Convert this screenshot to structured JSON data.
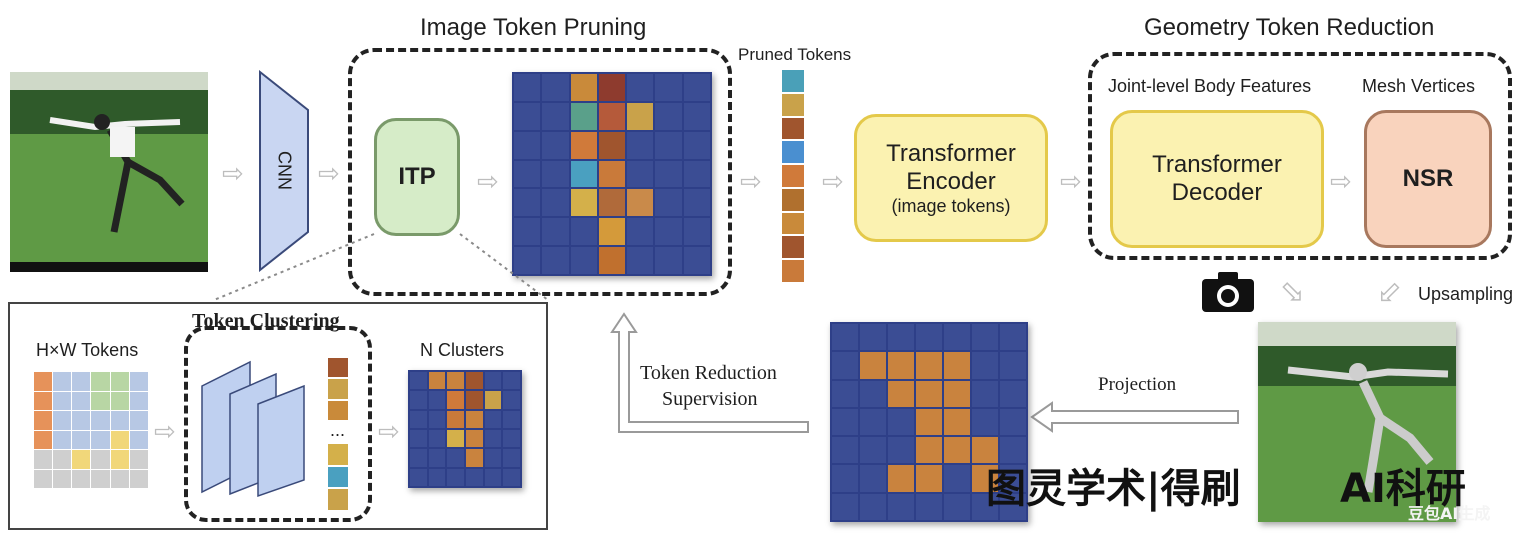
{
  "sections": {
    "image_token_pruning": "Image Token Pruning",
    "geometry_token_reduction": "Geometry Token Reduction",
    "token_clustering": "Token Clustering"
  },
  "labels": {
    "pruned_tokens": "Pruned Tokens",
    "joint_features": "Joint-level Body Features",
    "mesh_vertices": "Mesh Vertices",
    "hw_tokens": "H×W Tokens",
    "n_clusters": "N Clusters",
    "upsampling": "Upsampling",
    "projection": "Projection",
    "token_reduction_supervision_1": "Token Reduction",
    "token_reduction_supervision_2": "Supervision",
    "ellipsis": "..."
  },
  "blocks": {
    "cnn": "CNN",
    "itp": "ITP",
    "encoder_line1": "Transformer",
    "encoder_line2": "Encoder",
    "encoder_line3": "(image tokens)",
    "decoder_line1": "Transformer",
    "decoder_line2": "Decoder",
    "nsr": "NSR"
  },
  "watermarks": {
    "left": "图灵学术|得刷",
    "right": "AI科研",
    "corner": "豆包AI生成"
  },
  "colors": {
    "itp_fill": "#d6ecc8",
    "yellow_block": "#fbf2b1",
    "yellow_border": "#e4c94a",
    "nsr_fill": "#f9d3bd",
    "cnn_fill": "#c9d6f2",
    "grid_blue": "#2e3f88"
  },
  "icons": [
    "camera-icon",
    "hollow-arrow-icon"
  ]
}
